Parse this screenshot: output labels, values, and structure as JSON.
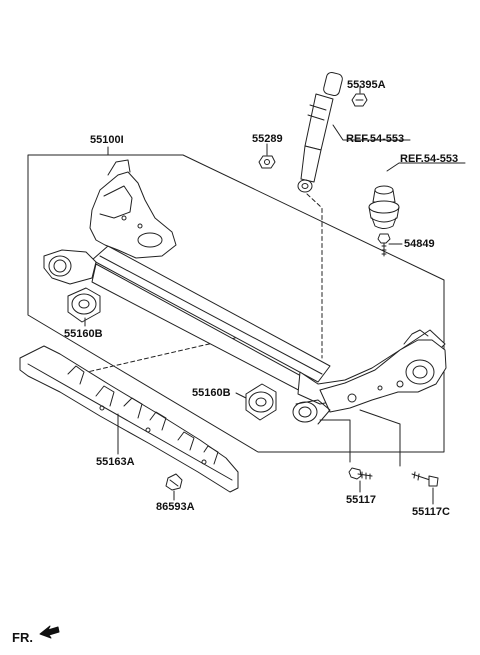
{
  "labels": {
    "p55395A": "55395A",
    "p55289": "55289",
    "ref1": "REF.54-553",
    "ref2": "REF.54-553",
    "p55100I": "55100I",
    "p54849": "54849",
    "p55160B_left": "55160B",
    "p55160B_mid": "55160B",
    "p55163A": "55163A",
    "p86593A": "86593A",
    "p55117": "55117",
    "p55117C": "55117C",
    "fr": "FR."
  }
}
